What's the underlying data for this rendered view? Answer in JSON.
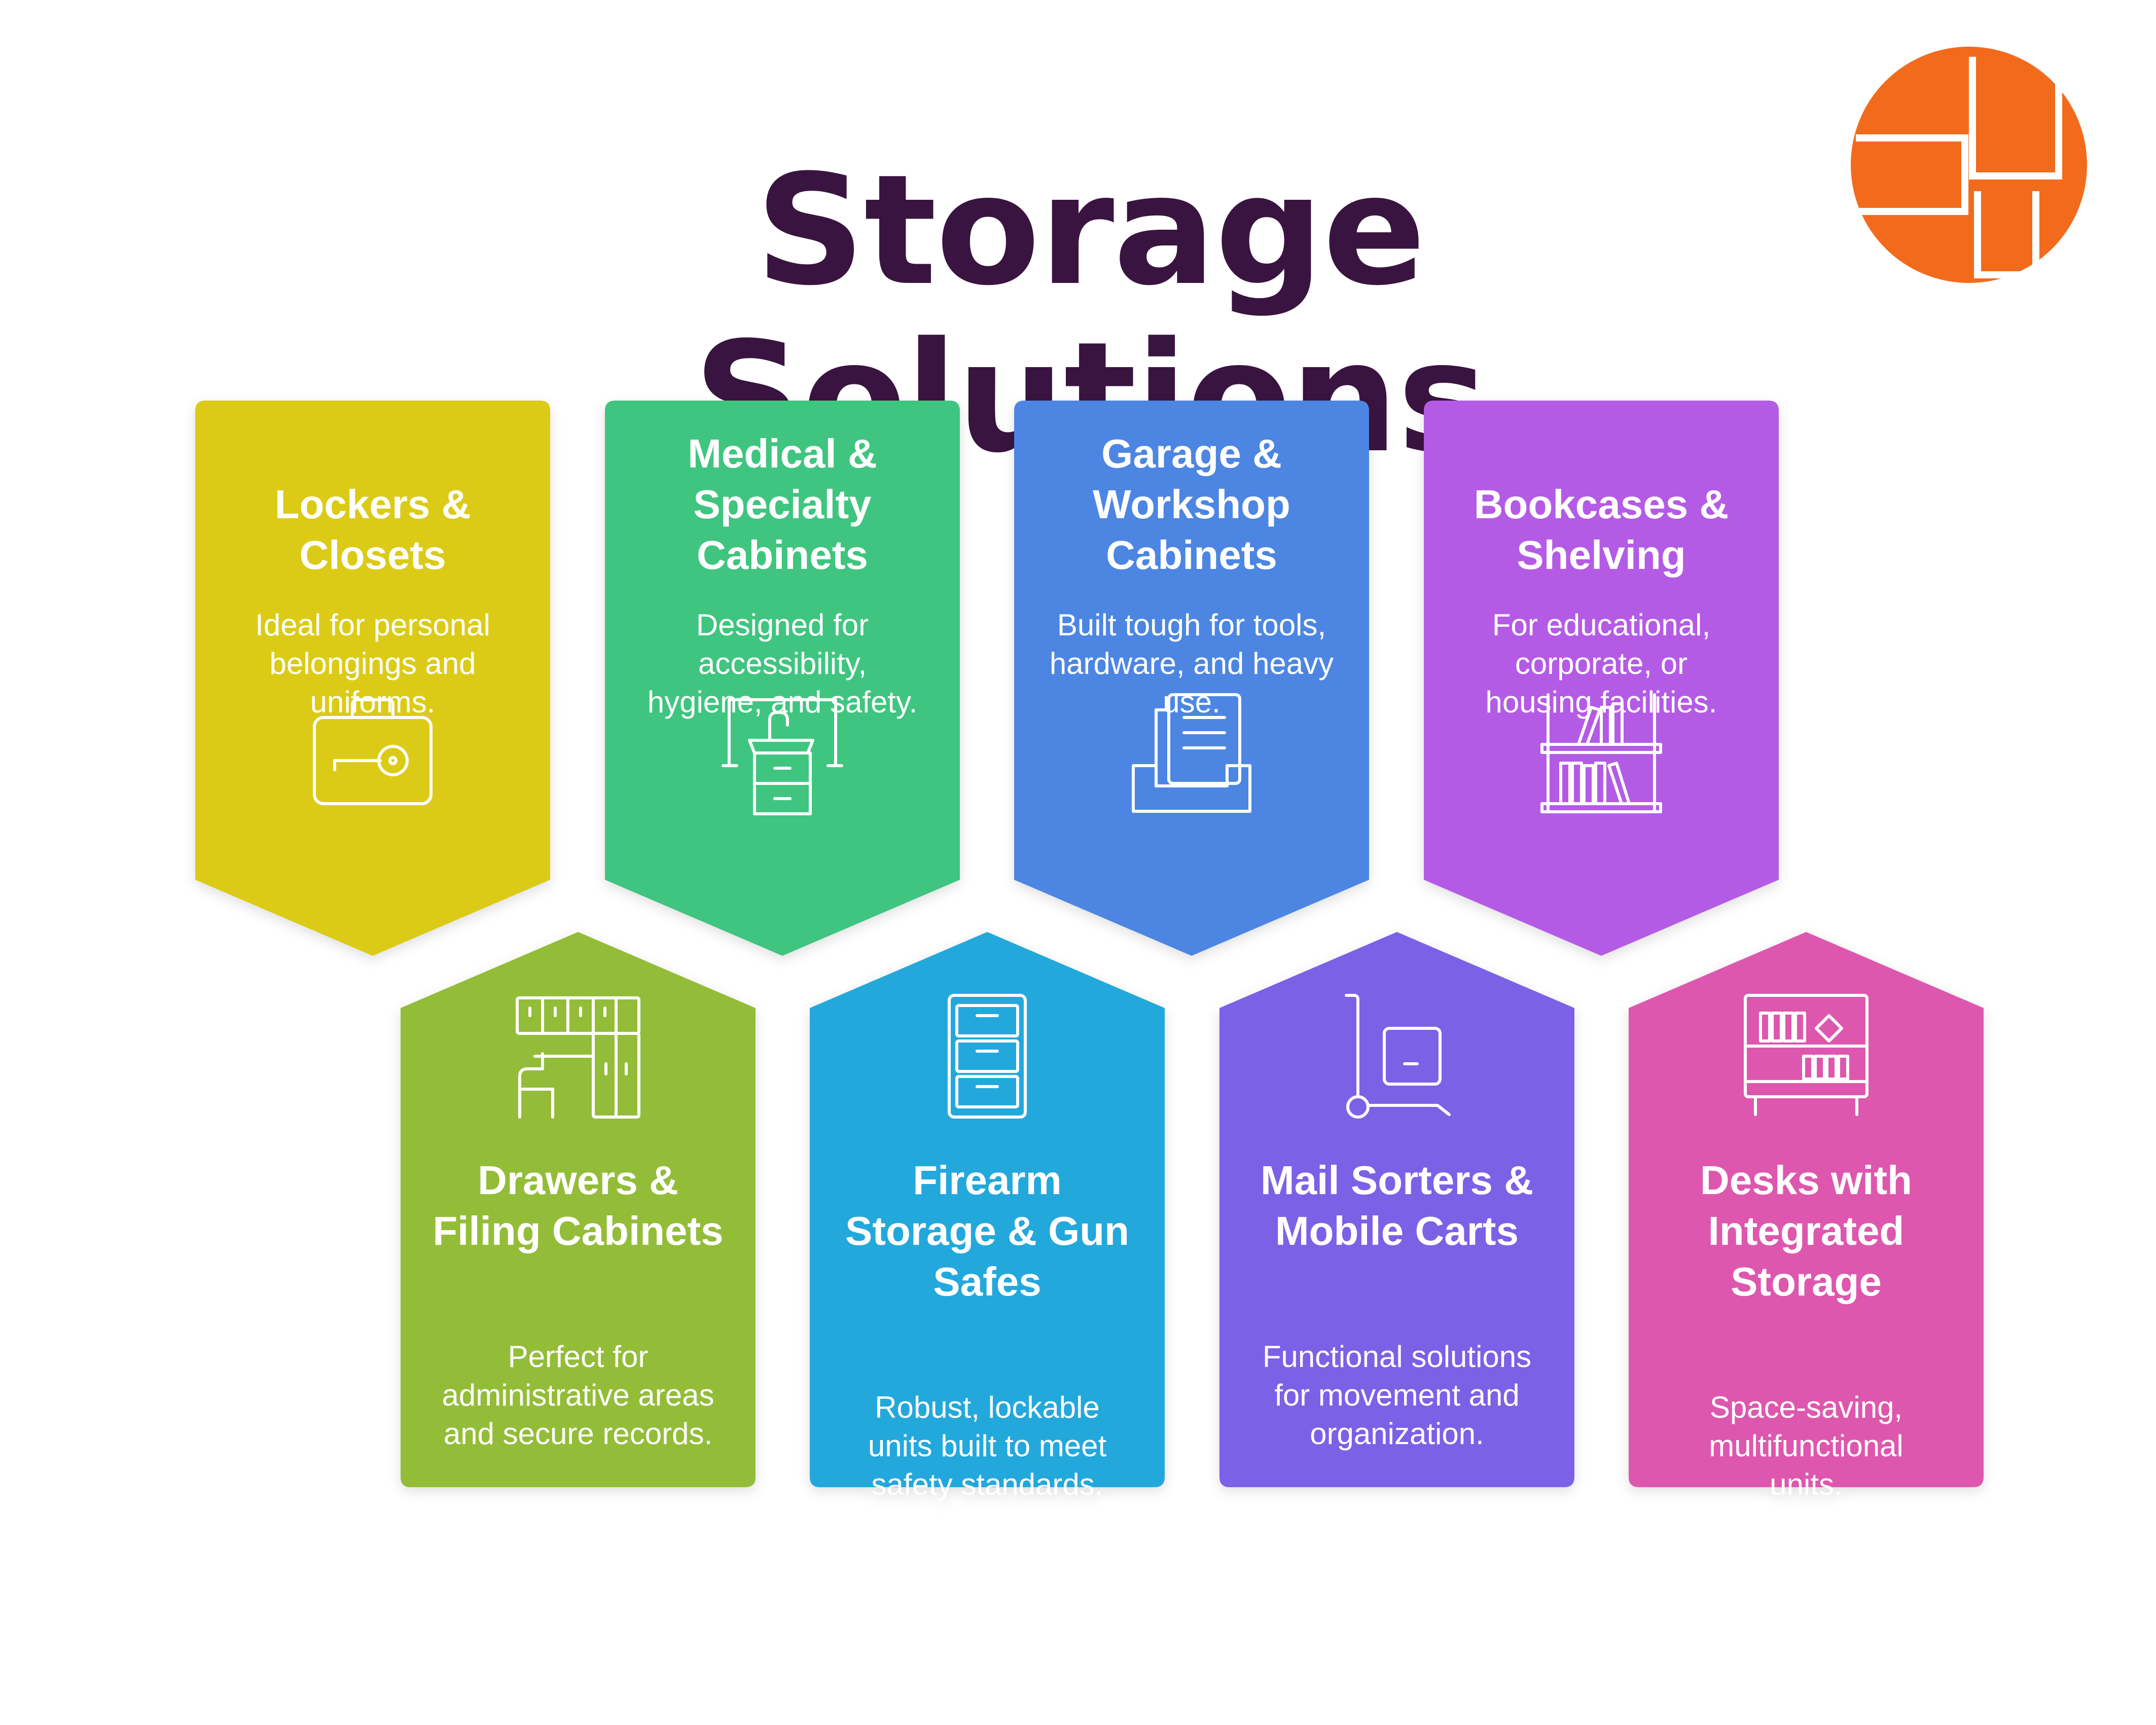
{
  "title": "Storage Solutions",
  "colors": {
    "title": "#3a1440",
    "logo": "#f26b1d",
    "lockers": "#dccb16",
    "medical": "#3fc57f",
    "garage": "#4c86e2",
    "bookcases": "#b45be6",
    "drawers": "#93bd38",
    "firearm": "#23a8dc",
    "mail": "#7b61e6",
    "desks": "#de57ae"
  },
  "categories": [
    {
      "title_lines": [
        "Lockers &",
        "Closets"
      ],
      "desc_lines": [
        "Ideal for personal",
        "belongings and",
        "uniforms."
      ],
      "icon": "key-briefcase-icon"
    },
    {
      "title_lines": [
        "Medical &",
        "Specialty",
        "Cabinets"
      ],
      "desc_lines": [
        "Designed for",
        "accessibility,",
        "hygiene, and safety."
      ],
      "icon": "sink-cabinet-icon"
    },
    {
      "title_lines": [
        "Garage &",
        "Workshop",
        "Cabinets"
      ],
      "desc_lines": [
        "Built tough for tools,",
        "hardware, and heavy",
        "use."
      ],
      "icon": "document-tray-icon"
    },
    {
      "title_lines": [
        "Bookcases &",
        "Shelving"
      ],
      "desc_lines": [
        "For educational,",
        "corporate, or",
        "housing facilities."
      ],
      "icon": "bookshelf-icon"
    },
    {
      "title_lines": [
        "Drawers &",
        "Filing Cabinets"
      ],
      "desc_lines": [
        "Perfect for",
        "administrative areas",
        "and secure records."
      ],
      "icon": "office-storage-icon"
    },
    {
      "title_lines": [
        "Firearm",
        "Storage & Gun",
        "Safes"
      ],
      "desc_lines": [
        "Robust, lockable",
        "units built to meet",
        "safety standards."
      ],
      "icon": "filing-cabinet-icon"
    },
    {
      "title_lines": [
        "Mail Sorters &",
        "Mobile Carts"
      ],
      "desc_lines": [
        "Functional solutions",
        "for movement and",
        "organization."
      ],
      "icon": "hand-truck-icon"
    },
    {
      "title_lines": [
        "Desks with",
        "Integrated",
        "Storage"
      ],
      "desc_lines": [
        "Space-saving,",
        "multifunctional",
        "units."
      ],
      "icon": "storage-desk-icon"
    }
  ]
}
